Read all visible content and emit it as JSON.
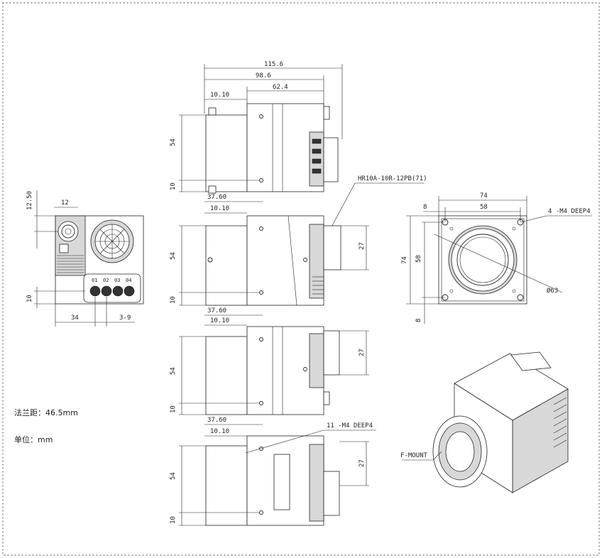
{
  "dims": {
    "top_overall": "115.6",
    "top_mid": "98.6",
    "top_inner": "62.4",
    "top_flange": "10.10",
    "h54": "54",
    "h10": "10",
    "connector": "HR10A-10R-12PB(71)",
    "s37": "37.60",
    "s1010": "10.10",
    "s27": "27",
    "rear_1250": "12.50",
    "rear_12": "12",
    "rear_10": "10",
    "rear_34": "34",
    "rear_39": "3-9",
    "front_74w": "74",
    "front_58w": "58",
    "front_8": "8",
    "front_74h": "74",
    "front_58h": "58",
    "front_8b": "8",
    "front_holes": "4 -M4 DEEP4",
    "front_dia": "Ø63",
    "bottom_holes": "11 -M4 DEEP4",
    "fmount": "F-MOUNT"
  },
  "notes": {
    "flange": "法兰距：46.5mm",
    "unit": "单位：mm"
  },
  "labels": {
    "io": [
      "01",
      "02",
      "03",
      "04"
    ]
  }
}
